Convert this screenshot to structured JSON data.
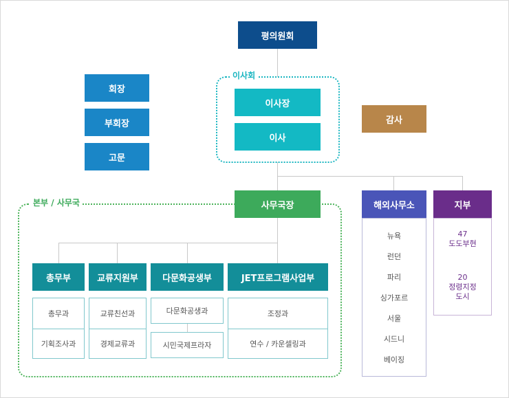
{
  "colors": {
    "navy": "#0d4d8c",
    "blue": "#1a86c7",
    "teal": "#13b9c4",
    "gold": "#b8864a",
    "green": "#3daa5b",
    "dark_teal": "#138e99",
    "indigo": "#4a55b8",
    "purple": "#6a2d8a"
  },
  "top": {
    "council": "평의원회"
  },
  "advisors": [
    "회장",
    "부회장",
    "고문"
  ],
  "board": {
    "label": "이사회",
    "chair": "이사장",
    "director": "이사"
  },
  "audit": "감사",
  "secretariat": {
    "group_label": "본부 / 사무국",
    "head": "사무국장",
    "departments": [
      {
        "name": "총무부",
        "units": [
          "총무과",
          "기획조사과"
        ]
      },
      {
        "name": "교류지원부",
        "units": [
          "교류친선과",
          "경제교류과"
        ]
      },
      {
        "name": "다문화공생부",
        "units": [
          "다문화공생과",
          "시민국제프라자"
        ]
      },
      {
        "name": "JET프로그램사업부",
        "units": [
          "조정과",
          "연수 / 카운셀링과"
        ]
      }
    ]
  },
  "overseas": {
    "title": "해외사무소",
    "offices": [
      "뉴욕",
      "런던",
      "파리",
      "싱가포르",
      "서울",
      "시드니",
      "베이징"
    ]
  },
  "branch": {
    "title": "지부",
    "items": [
      {
        "line1": "47",
        "line2": "도도부현"
      },
      {
        "line1": "20",
        "line2": "정령지정",
        "line3": "도시"
      }
    ]
  }
}
